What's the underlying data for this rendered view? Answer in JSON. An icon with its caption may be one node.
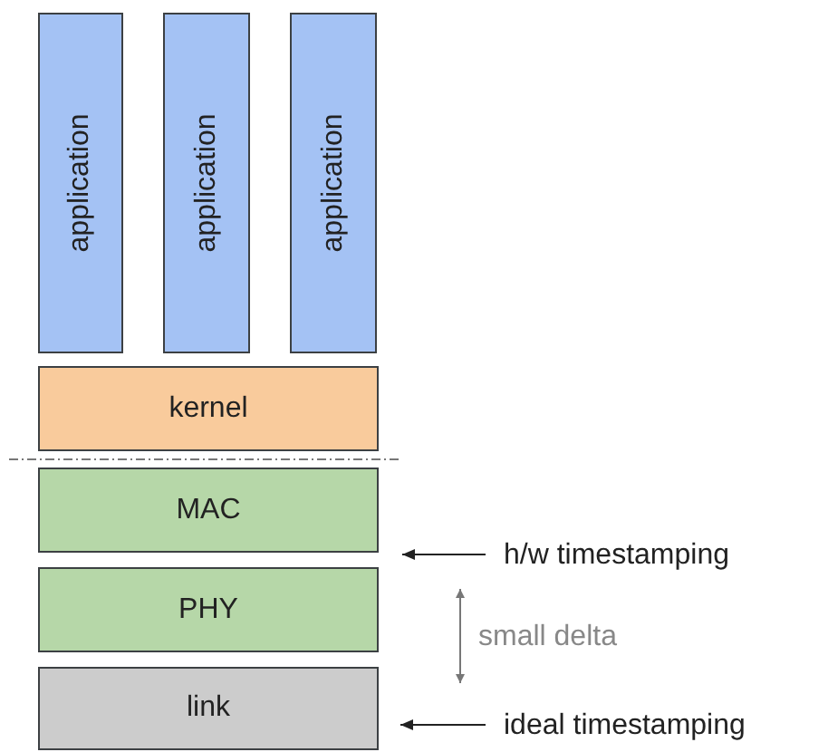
{
  "diagram": {
    "nodes": [
      {
        "text": [
          "application"
        ]
      },
      {
        "text": [
          "application"
        ]
      },
      {
        "text": [
          "application"
        ]
      },
      {
        "text": [
          "kernel"
        ]
      },
      {
        "text": [
          "MAC"
        ]
      },
      {
        "text": [
          "PHY"
        ]
      },
      {
        "text": [
          "link"
        ]
      },
      {
        "text": [
          "h/w timestamping"
        ]
      },
      {
        "text": [
          "ideal timestamping"
        ]
      }
    ],
    "edges": [
      {
        "from": 7,
        "to": 4,
        "arrow": "to"
      },
      {
        "from": 8,
        "to": 6,
        "arrow": "to"
      },
      {
        "from": 7,
        "to": 8,
        "arrow": "both",
        "label": "small delta",
        "color": "#777777"
      }
    ]
  }
}
